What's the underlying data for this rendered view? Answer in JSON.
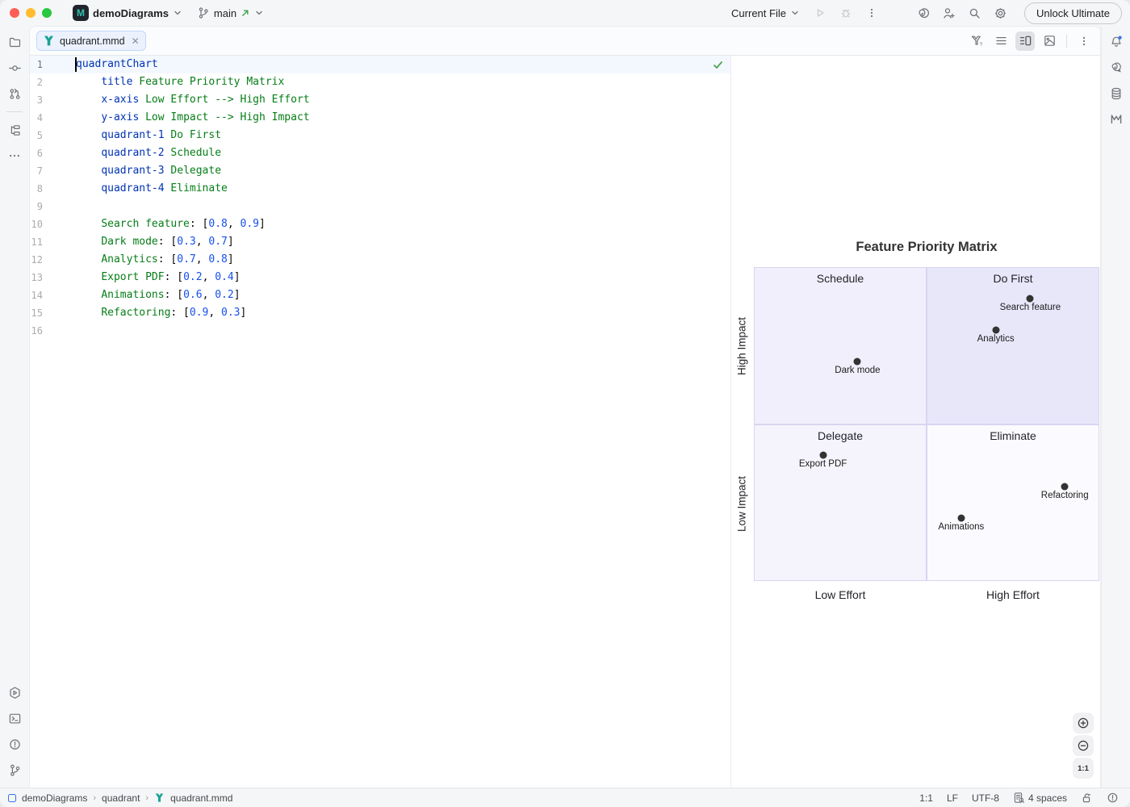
{
  "colors": {
    "accent_blue": "#3574f0",
    "mermaid_teal": "#18a394",
    "check_green": "#4ca554",
    "branch_green": "#3fa346",
    "icon_gray": "#6e7277",
    "disabled_gray": "#c8cbd0"
  },
  "titlebar": {
    "project": "demoDiagrams",
    "branch": "main",
    "run_config": "Current File",
    "unlock_label": "Unlock Ultimate"
  },
  "tabs": {
    "active": "quadrant.mmd",
    "close_glyph": "✕"
  },
  "editor": {
    "syntax_colors": {
      "kw": "#0033b3",
      "str": "#067d17",
      "num": "#1750eb",
      "pun": "#080808"
    },
    "lines": [
      {
        "n": 1,
        "active": true,
        "segments": [
          [
            "kw",
            "quadrantChart"
          ]
        ]
      },
      {
        "n": 2,
        "segments": [
          [
            "pln",
            "    "
          ],
          [
            "kw",
            "title"
          ],
          [
            "str",
            " Feature Priority Matrix"
          ]
        ]
      },
      {
        "n": 3,
        "segments": [
          [
            "pln",
            "    "
          ],
          [
            "kw",
            "x-axis"
          ],
          [
            "str",
            " Low Effort --> High Effort"
          ]
        ]
      },
      {
        "n": 4,
        "segments": [
          [
            "pln",
            "    "
          ],
          [
            "kw",
            "y-axis"
          ],
          [
            "str",
            " Low Impact --> High Impact"
          ]
        ]
      },
      {
        "n": 5,
        "segments": [
          [
            "pln",
            "    "
          ],
          [
            "kw",
            "quadrant-1"
          ],
          [
            "str",
            " Do First"
          ]
        ]
      },
      {
        "n": 6,
        "segments": [
          [
            "pln",
            "    "
          ],
          [
            "kw",
            "quadrant-2"
          ],
          [
            "str",
            " Schedule"
          ]
        ]
      },
      {
        "n": 7,
        "segments": [
          [
            "pln",
            "    "
          ],
          [
            "kw",
            "quadrant-3"
          ],
          [
            "str",
            " Delegate"
          ]
        ]
      },
      {
        "n": 8,
        "segments": [
          [
            "pln",
            "    "
          ],
          [
            "kw",
            "quadrant-4"
          ],
          [
            "str",
            " Eliminate"
          ]
        ]
      },
      {
        "n": 9,
        "segments": []
      },
      {
        "n": 10,
        "segments": [
          [
            "pln",
            "    "
          ],
          [
            "str",
            "Search feature"
          ],
          [
            "pun",
            ": ["
          ],
          [
            "num",
            "0.8"
          ],
          [
            "pun",
            ", "
          ],
          [
            "num",
            "0.9"
          ],
          [
            "pun",
            "]"
          ]
        ]
      },
      {
        "n": 11,
        "segments": [
          [
            "pln",
            "    "
          ],
          [
            "str",
            "Dark mode"
          ],
          [
            "pun",
            ": ["
          ],
          [
            "num",
            "0.3"
          ],
          [
            "pun",
            ", "
          ],
          [
            "num",
            "0.7"
          ],
          [
            "pun",
            "]"
          ]
        ]
      },
      {
        "n": 12,
        "segments": [
          [
            "pln",
            "    "
          ],
          [
            "str",
            "Analytics"
          ],
          [
            "pun",
            ": ["
          ],
          [
            "num",
            "0.7"
          ],
          [
            "pun",
            ", "
          ],
          [
            "num",
            "0.8"
          ],
          [
            "pun",
            "]"
          ]
        ]
      },
      {
        "n": 13,
        "segments": [
          [
            "pln",
            "    "
          ],
          [
            "str",
            "Export PDF"
          ],
          [
            "pun",
            ": ["
          ],
          [
            "num",
            "0.2"
          ],
          [
            "pun",
            ", "
          ],
          [
            "num",
            "0.4"
          ],
          [
            "pun",
            "]"
          ]
        ]
      },
      {
        "n": 14,
        "segments": [
          [
            "pln",
            "    "
          ],
          [
            "str",
            "Animations"
          ],
          [
            "pun",
            ": ["
          ],
          [
            "num",
            "0.6"
          ],
          [
            "pun",
            ", "
          ],
          [
            "num",
            "0.2"
          ],
          [
            "pun",
            "]"
          ]
        ]
      },
      {
        "n": 15,
        "segments": [
          [
            "pln",
            "    "
          ],
          [
            "str",
            "Refactoring"
          ],
          [
            "pun",
            ": ["
          ],
          [
            "num",
            "0.9"
          ],
          [
            "pun",
            ", "
          ],
          [
            "num",
            "0.3"
          ],
          [
            "pun",
            "]"
          ]
        ]
      },
      {
        "n": 16,
        "segments": []
      }
    ]
  },
  "chart_data": {
    "type": "scatter",
    "variant": "quadrant-chart",
    "title": "Feature Priority Matrix",
    "x_axis": {
      "left": "Low Effort",
      "right": "High Effort"
    },
    "y_axis": {
      "top": "High Impact",
      "bottom": "Low Impact"
    },
    "range": {
      "x": [
        0,
        1
      ],
      "y": [
        0,
        1
      ]
    },
    "quadrants": [
      {
        "position": "top-left",
        "label": "Schedule",
        "fill": "#f0effb"
      },
      {
        "position": "top-right",
        "label": "Do First",
        "fill": "#e8e7fa"
      },
      {
        "position": "bottom-left",
        "label": "Delegate",
        "fill": "#f5f4fd"
      },
      {
        "position": "bottom-right",
        "label": "Eliminate",
        "fill": "#fbfafe"
      }
    ],
    "points": [
      {
        "label": "Search feature",
        "x": 0.8,
        "y": 0.9
      },
      {
        "label": "Dark mode",
        "x": 0.3,
        "y": 0.7
      },
      {
        "label": "Analytics",
        "x": 0.7,
        "y": 0.8
      },
      {
        "label": "Export PDF",
        "x": 0.2,
        "y": 0.4
      },
      {
        "label": "Animations",
        "x": 0.6,
        "y": 0.2
      },
      {
        "label": "Refactoring",
        "x": 0.9,
        "y": 0.3
      }
    ],
    "point_color": "#333333",
    "grid": false,
    "legend": false
  },
  "zoom_controls": {
    "zoom_in": "+",
    "zoom_out": "−",
    "reset": "1:1"
  },
  "statusbar": {
    "breadcrumbs": [
      "demoDiagrams",
      "quadrant",
      "quadrant.mmd"
    ],
    "caret": "1:1",
    "line_ending": "LF",
    "encoding": "UTF-8",
    "indent": "4 spaces"
  }
}
